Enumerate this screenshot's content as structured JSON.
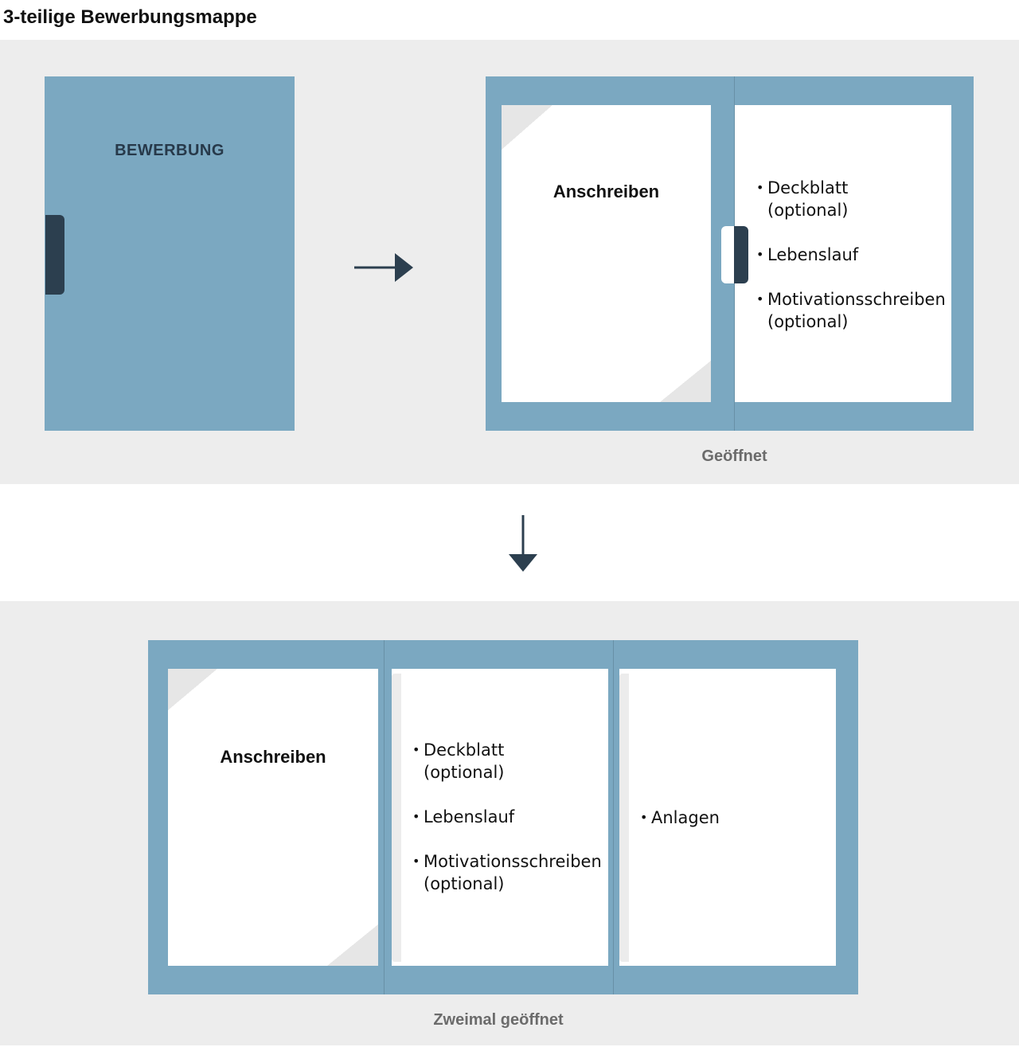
{
  "title": "3-teilige Bewerbungsmappe",
  "cover": {
    "label": "BEWERBUNG"
  },
  "opened": {
    "left_page": "Anschreiben",
    "right_items": [
      {
        "text": "Deckblatt",
        "sub": "(optional)"
      },
      {
        "text": "Lebenslauf",
        "sub": ""
      },
      {
        "text": "Motivationsschreiben",
        "sub": "(optional)"
      }
    ],
    "caption": "Geöffnet"
  },
  "twice_opened": {
    "left_page": "Anschreiben",
    "middle_items": [
      {
        "text": "Deckblatt",
        "sub": "(optional)"
      },
      {
        "text": "Lebenslauf",
        "sub": ""
      },
      {
        "text": "Motivationsschreiben",
        "sub": "(optional)"
      }
    ],
    "right_items": [
      {
        "text": "Anlagen",
        "sub": ""
      }
    ],
    "caption": "Zweimal geöffnet"
  },
  "colors": {
    "folder": "#7ba8c1",
    "clip": "#2c3f4f",
    "background_band": "#ededed",
    "arrow": "#2c3f4f"
  },
  "icons": [
    "arrow-right-icon",
    "arrow-down-icon"
  ]
}
